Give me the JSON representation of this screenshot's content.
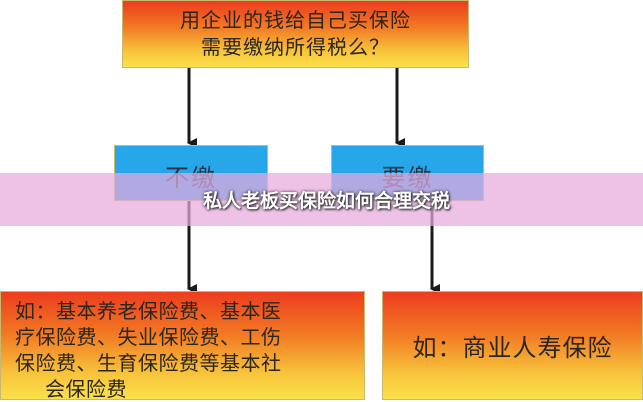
{
  "diagram": {
    "question": {
      "line1": "用企业的钱给自己买保险",
      "line2": "需要缴纳所得税么？"
    },
    "branches": {
      "left_label": "不缴",
      "right_label": "要缴"
    },
    "outcomes": {
      "left_lines": [
        "如：基本养老保险费、基本医",
        "疗保险费、失业保险费、工伤",
        "保险费、生育保险费等基本社",
        "会保险费"
      ],
      "right_text": "如：商业人寿保险"
    },
    "banner_title": "私人老板买保险如何合理交税",
    "colors": {
      "gradient_top": "#ec3c1e",
      "gradient_bottom": "#fbe14a",
      "branch_blue": "#27a6e9",
      "banner_pink": "#e8aade",
      "arrow": "#1a1a1a"
    }
  }
}
